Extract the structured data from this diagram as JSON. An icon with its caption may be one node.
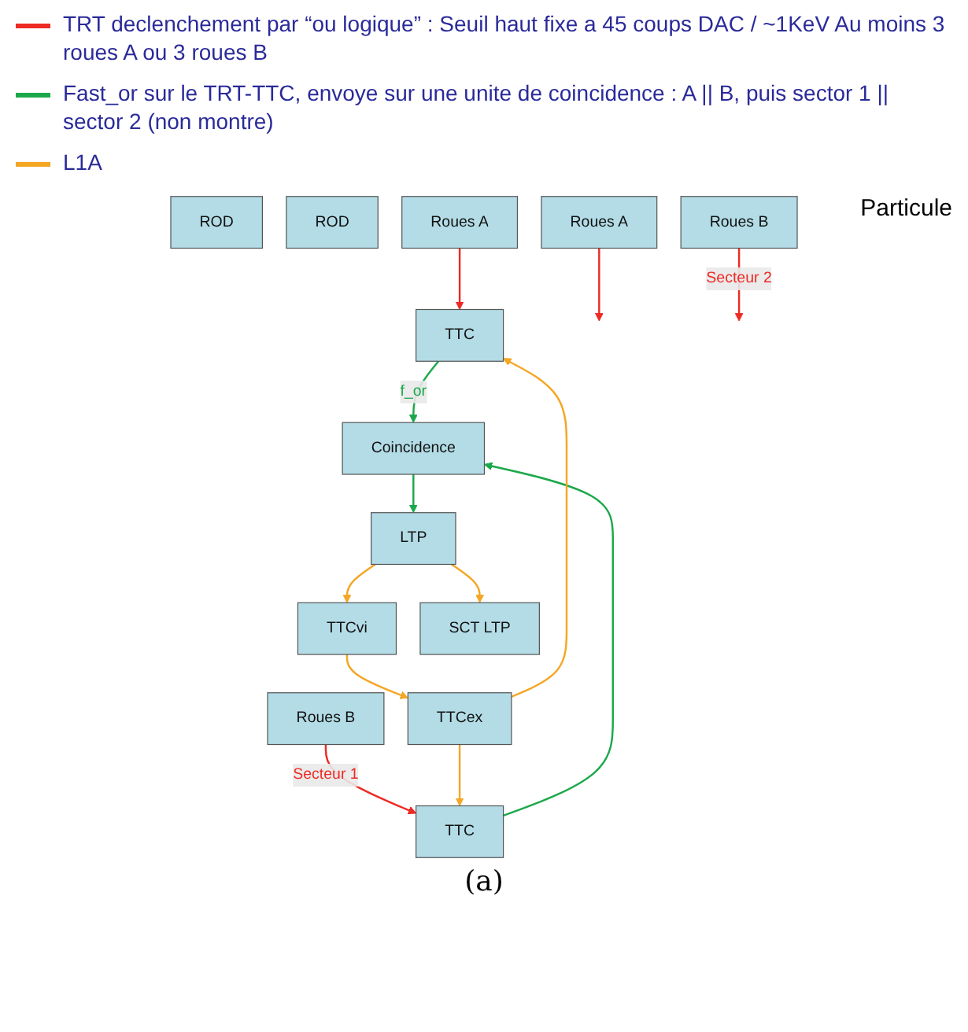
{
  "diagram": {
    "caption": "(a)",
    "nodes": [
      {
        "text": [
          "TTC"
        ]
      },
      {
        "text": [
          "ROD"
        ]
      },
      {
        "text": [
          "ROD"
        ]
      },
      {
        "text": [
          "TTC"
        ]
      },
      {
        "text": [
          "Coincidence"
        ]
      },
      {
        "text": [
          "LTP"
        ]
      },
      {
        "text": [
          "TTCvi"
        ]
      },
      {
        "text": [
          "TTCex"
        ]
      },
      {
        "text": [
          "SCT LTP"
        ]
      },
      {
        "text": [
          "Roues A"
        ]
      },
      {
        "text": [
          "Roues B"
        ]
      },
      {
        "text": [
          "Roues  A"
        ]
      },
      {
        "text": [
          "Roues B"
        ]
      }
    ],
    "edges": [
      {
        "from": 9,
        "to": 0,
        "arrow": "to",
        "color": "#ee2a24"
      },
      {
        "from": 10,
        "to": 3,
        "arrow": "to",
        "label": "Secteur 1",
        "color": "#ee2a24"
      },
      {
        "from": 11,
        "to": null,
        "arrow": "to",
        "color": "#ee2a24"
      },
      {
        "from": 12,
        "to": null,
        "arrow": "to",
        "label": "Secteur 2",
        "color": "#ee2a24"
      },
      {
        "from": 0,
        "to": 4,
        "arrow": "to",
        "label": "f_or",
        "color": "#1ba84a"
      },
      {
        "from": 3,
        "to": 4,
        "arrow": "to",
        "color": "#1ba84a"
      },
      {
        "from": 4,
        "to": 5,
        "arrow": "to",
        "color": "#1ba84a"
      },
      {
        "from": 5,
        "to": 6,
        "arrow": "to"
      },
      {
        "from": 6,
        "to": 7,
        "arrow": "to"
      },
      {
        "from": 5,
        "to": 8,
        "arrow": "to"
      },
      {
        "from": 7,
        "to": 0,
        "arrow": "to"
      },
      {
        "from": 7,
        "to": 3,
        "arrow": "to"
      }
    ],
    "labels": [
      "Particule"
    ],
    "legend": [
      {
        "text": "TRT declenchement par “ou logique” : Seuil haut fixe a 45 coups DAC / ~1KeV Au moins 3 roues A ou 3 roues B",
        "color": "#ee2a24"
      },
      {
        "text": "Fast_or sur le TRT-TTC, envoye sur une unite de coincidence : A || B, puis sector 1 || sector 2 (non montre)",
        "color": "#1ba84a"
      },
      {
        "text": "L1A",
        "color": "#f5a623"
      }
    ]
  }
}
